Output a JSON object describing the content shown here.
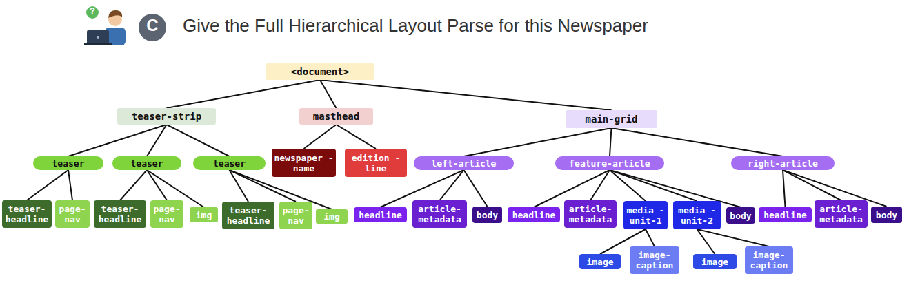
{
  "diagram": {
    "title": "Give the Full Hierarchical Layout Parse for this Newspaper",
    "nodes": [
      {
        "text": [
          "<document>"
        ]
      },
      {
        "text": [
          "teaser-strip"
        ]
      },
      {
        "text": [
          "masthead"
        ]
      },
      {
        "text": [
          "main-grid"
        ]
      },
      {
        "text": [
          "teaser"
        ]
      },
      {
        "text": [
          "teaser- headline"
        ]
      },
      {
        "text": [
          "page- nav"
        ]
      },
      {
        "text": [
          "teaser"
        ]
      },
      {
        "text": [
          "teaser- headline"
        ]
      },
      {
        "text": [
          "page- nav"
        ]
      },
      {
        "text": [
          "img"
        ]
      },
      {
        "text": [
          "teaser"
        ]
      },
      {
        "text": [
          "teaser- headline"
        ]
      },
      {
        "text": [
          "page- nav"
        ]
      },
      {
        "text": [
          "img"
        ]
      },
      {
        "text": [
          "newspaper -name"
        ]
      },
      {
        "text": [
          "edition -line"
        ]
      },
      {
        "text": [
          "left-article"
        ]
      },
      {
        "text": [
          "headline"
        ]
      },
      {
        "text": [
          "article- metadata"
        ]
      },
      {
        "text": [
          "body"
        ]
      },
      {
        "text": [
          "feature-article"
        ]
      },
      {
        "text": [
          "headline"
        ]
      },
      {
        "text": [
          "article- metadata"
        ]
      },
      {
        "text": [
          "media -unit-1"
        ]
      },
      {
        "text": [
          "media -unit-2"
        ]
      },
      {
        "text": [
          "body"
        ]
      },
      {
        "text": [
          "image"
        ]
      },
      {
        "text": [
          "image- caption"
        ]
      },
      {
        "text": [
          "image"
        ]
      },
      {
        "text": [
          "image- caption"
        ]
      },
      {
        "text": [
          "right-article"
        ]
      },
      {
        "text": [
          "headline"
        ]
      },
      {
        "text": [
          "article- metadata"
        ]
      },
      {
        "text": [
          "body"
        ]
      }
    ],
    "edges": [
      {
        "from": 0,
        "to": 1,
        "arrow": "none"
      },
      {
        "from": 0,
        "to": 2,
        "arrow": "none"
      },
      {
        "from": 0,
        "to": 3,
        "arrow": "none"
      },
      {
        "from": 1,
        "to": 4,
        "arrow": "none"
      },
      {
        "from": 1,
        "to": 7,
        "arrow": "none"
      },
      {
        "from": 1,
        "to": 11,
        "arrow": "none"
      },
      {
        "from": 4,
        "to": 5,
        "arrow": "none"
      },
      {
        "from": 4,
        "to": 6,
        "arrow": "none"
      },
      {
        "from": 7,
        "to": 8,
        "arrow": "none"
      },
      {
        "from": 7,
        "to": 9,
        "arrow": "none"
      },
      {
        "from": 7,
        "to": 10,
        "arrow": "none"
      },
      {
        "from": 11,
        "to": 12,
        "arrow": "none"
      },
      {
        "from": 11,
        "to": 13,
        "arrow": "none"
      },
      {
        "from": 11,
        "to": 14,
        "arrow": "none"
      },
      {
        "from": 2,
        "to": 15,
        "arrow": "none"
      },
      {
        "from": 2,
        "to": 16,
        "arrow": "none"
      },
      {
        "from": 3,
        "to": 17,
        "arrow": "none"
      },
      {
        "from": 3,
        "to": 21,
        "arrow": "none"
      },
      {
        "from": 3,
        "to": 31,
        "arrow": "none"
      },
      {
        "from": 17,
        "to": 18,
        "arrow": "none"
      },
      {
        "from": 17,
        "to": 19,
        "arrow": "none"
      },
      {
        "from": 17,
        "to": 20,
        "arrow": "none"
      },
      {
        "from": 21,
        "to": 22,
        "arrow": "none"
      },
      {
        "from": 21,
        "to": 23,
        "arrow": "none"
      },
      {
        "from": 21,
        "to": 24,
        "arrow": "none"
      },
      {
        "from": 21,
        "to": 25,
        "arrow": "none"
      },
      {
        "from": 21,
        "to": 26,
        "arrow": "none"
      },
      {
        "from": 24,
        "to": 27,
        "arrow": "none"
      },
      {
        "from": 24,
        "to": 28,
        "arrow": "none"
      },
      {
        "from": 25,
        "to": 29,
        "arrow": "none"
      },
      {
        "from": 25,
        "to": 30,
        "arrow": "none"
      },
      {
        "from": 31,
        "to": 32,
        "arrow": "none"
      },
      {
        "from": 31,
        "to": 33,
        "arrow": "none"
      },
      {
        "from": 31,
        "to": 34,
        "arrow": "none"
      }
    ],
    "labels": [
      "?",
      "C"
    ]
  }
}
